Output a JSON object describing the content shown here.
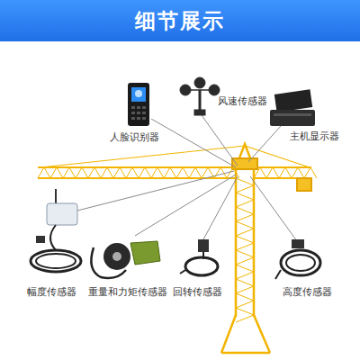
{
  "diagram": {
    "title": "细节展示",
    "labels": [
      "人脸识别器",
      "风速传感器",
      "主机显示器",
      "幅度传感器",
      "重量和力矩传感器",
      "回转传感器",
      "高度传感器"
    ]
  }
}
